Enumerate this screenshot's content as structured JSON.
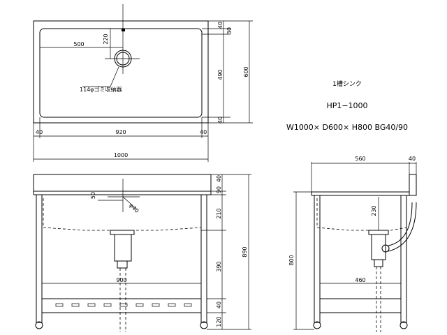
{
  "info": {
    "type_label": "1槽シンク",
    "model": "HP1−1000",
    "spec": "W1000× D600× H800 BG40/90"
  },
  "top_view": {
    "drain_label": "114φゴミ収納器",
    "dims": {
      "d500": "500",
      "d220": "220",
      "d40a": "40",
      "d30": "30",
      "d490": "490",
      "d40b": "40",
      "d600": "600",
      "d40l": "40",
      "d920": "920",
      "d40r": "40",
      "d1000": "1000"
    }
  },
  "front_view": {
    "dims": {
      "d50": "50",
      "dphi40": "φ40",
      "d40": "40",
      "d90": "90",
      "d210": "210",
      "d390": "390",
      "d40s": "40",
      "d120": "120",
      "d890": "890",
      "d900": "900"
    }
  },
  "side_view": {
    "dims": {
      "d560": "560",
      "d40": "40",
      "d230": "230",
      "d800": "800",
      "d460": "460"
    }
  }
}
